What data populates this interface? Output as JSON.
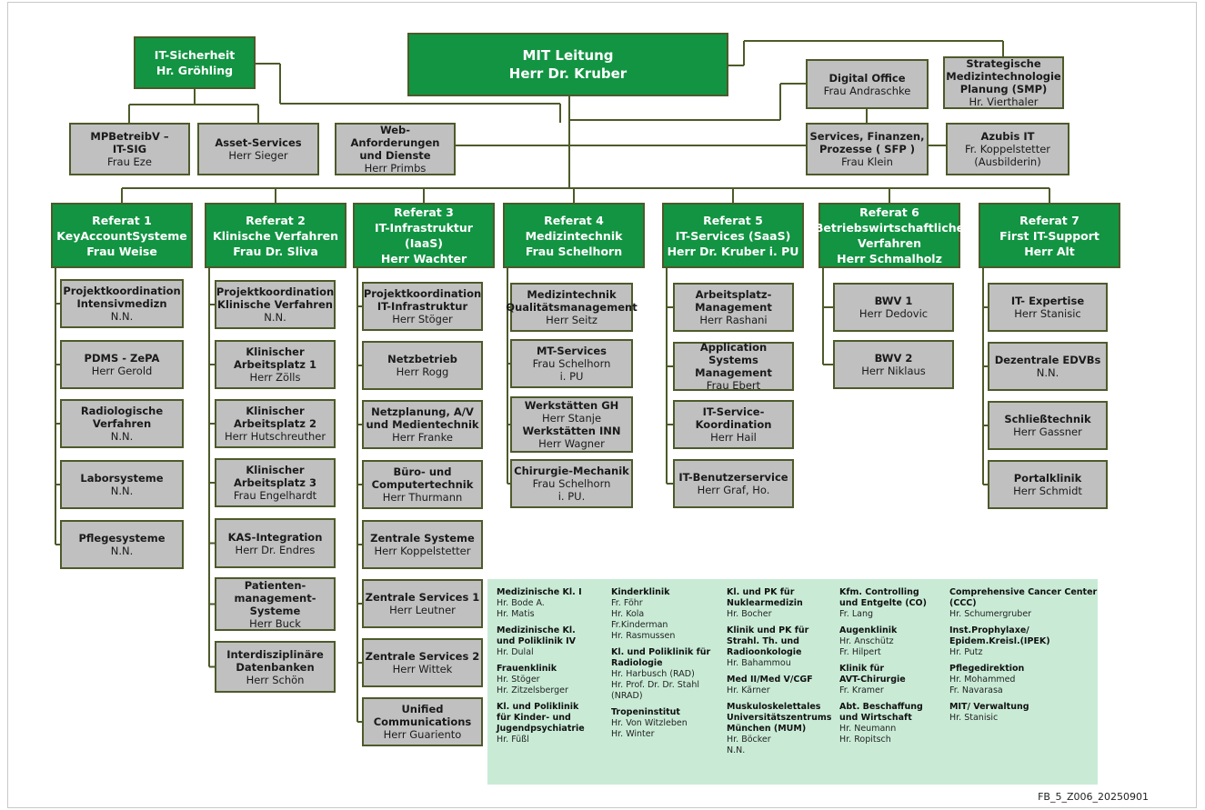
{
  "colors": {
    "green": "#129442",
    "box_border": "#4d5a2a",
    "gray": "#c0c0c0",
    "legend_bg": "#c9ebd6",
    "line": "#4d5a2a"
  },
  "top": [
    {
      "id": "mit-leitung",
      "lines": [
        "MIT Leitung",
        "Herr Dr. Kruber"
      ],
      "bold_lines": 2,
      "style": "green-big"
    },
    {
      "id": "it-sicherheit",
      "lines": [
        "IT-Sicherheit",
        "Hr. Gröhling"
      ],
      "bold_lines": 2,
      "style": "green"
    },
    {
      "id": "mpbetreibv",
      "lines": [
        "MPBetreibV –",
        "IT-SIG",
        "Frau Eze"
      ],
      "bold_lines": 2,
      "style": "gray"
    },
    {
      "id": "asset-services",
      "lines": [
        "Asset-Services",
        "Herr Sieger"
      ],
      "bold_lines": 1,
      "style": "gray"
    },
    {
      "id": "web-anforderungen",
      "lines": [
        "Web-Anforderungen",
        "und Dienste",
        "Herr Primbs"
      ],
      "bold_lines": 2,
      "style": "gray"
    },
    {
      "id": "digital-office",
      "lines": [
        "Digital Office",
        "Frau Andraschke"
      ],
      "bold_lines": 1,
      "style": "gray"
    },
    {
      "id": "smp",
      "lines": [
        "Strategische",
        "Medizintechnologie",
        "Planung (SMP)",
        "Hr. Vierthaler"
      ],
      "bold_lines": 3,
      "style": "gray"
    },
    {
      "id": "sfp",
      "lines": [
        "Services, Finanzen,",
        "Prozesse ( SFP )",
        "Frau Klein"
      ],
      "bold_lines": 2,
      "style": "gray"
    },
    {
      "id": "azubis",
      "lines": [
        "Azubis IT",
        "Fr. Koppelstetter",
        "(Ausbilderin)"
      ],
      "bold_lines": 1,
      "style": "gray"
    }
  ],
  "referate": [
    {
      "lines": [
        "Referat 1",
        "KeyAccountSysteme",
        "Frau Weise"
      ],
      "children": [
        {
          "lines": [
            "Projektkoordination",
            "Intensivmedizn",
            "N.N."
          ],
          "bold_lines": 2
        },
        {
          "lines": [
            "PDMS - ZePA",
            "Herr Gerold"
          ],
          "bold_lines": 1
        },
        {
          "lines": [
            "Radiologische",
            "Verfahren",
            "N.N."
          ],
          "bold_lines": 2
        },
        {
          "lines": [
            "Laborsysteme",
            "N.N."
          ],
          "bold_lines": 1
        },
        {
          "lines": [
            "Pflegesysteme",
            "N.N."
          ],
          "bold_lines": 1
        }
      ]
    },
    {
      "lines": [
        "Referat 2",
        "Klinische Verfahren",
        "Frau Dr. Sliva"
      ],
      "children": [
        {
          "lines": [
            "Projektkoordination",
            "Klinische Verfahren",
            "N.N."
          ],
          "bold_lines": 2
        },
        {
          "lines": [
            "Klinischer",
            "Arbeitsplatz 1",
            "Herr Zölls"
          ],
          "bold_lines": 2
        },
        {
          "lines": [
            "Klinischer",
            "Arbeitsplatz 2",
            "Herr Hutschreuther"
          ],
          "bold_lines": 2
        },
        {
          "lines": [
            "Klinischer",
            "Arbeitsplatz 3",
            "Frau Engelhardt"
          ],
          "bold_lines": 2
        },
        {
          "lines": [
            "KAS-Integration",
            "Herr Dr. Endres"
          ],
          "bold_lines": 1
        },
        {
          "lines": [
            "Patienten-",
            "management-",
            "Systeme",
            "Herr Buck"
          ],
          "bold_lines": 3
        },
        {
          "lines": [
            "Interdisziplinäre",
            "Datenbanken",
            "Herr Schön"
          ],
          "bold_lines": 2
        }
      ]
    },
    {
      "lines": [
        "Referat 3",
        "IT-Infrastruktur (IaaS)",
        "Herr Wachter"
      ],
      "children": [
        {
          "lines": [
            "Projektkoordination",
            "IT-Infrastruktur",
            "Herr Stöger"
          ],
          "bold_lines": 2
        },
        {
          "lines": [
            "Netzbetrieb",
            "Herr Rogg"
          ],
          "bold_lines": 1
        },
        {
          "lines": [
            "Netzplanung, A/V",
            "und Medientechnik",
            "Herr Franke"
          ],
          "bold_lines": 2
        },
        {
          "lines": [
            "Büro- und",
            "Computertechnik",
            "Herr Thurmann"
          ],
          "bold_lines": 2
        },
        {
          "lines": [
            "Zentrale Systeme",
            "Herr Koppelstetter"
          ],
          "bold_lines": 1
        },
        {
          "lines": [
            "Zentrale Services 1",
            "Herr Leutner"
          ],
          "bold_lines": 1
        },
        {
          "lines": [
            "Zentrale Services 2",
            "Herr Wittek"
          ],
          "bold_lines": 1
        },
        {
          "lines": [
            "Unified",
            "Communications",
            "Herr Guariento"
          ],
          "bold_lines": 2
        }
      ]
    },
    {
      "lines": [
        "Referat 4",
        "Medizintechnik",
        "Frau Schelhorn"
      ],
      "children": [
        {
          "lines": [
            "Medizintechnik",
            "Qualitätsmanagement",
            "Herr Seitz"
          ],
          "bold_lines": 2
        },
        {
          "lines": [
            "MT-Services",
            "Frau Schelhorn",
            "i. PU"
          ],
          "bold_lines": 1
        },
        {
          "lines": [
            "Werkstätten GH",
            "Herr Stanje",
            "Werkstätten INN",
            "Herr Wagner"
          ],
          "bold_idx": [
            0,
            2
          ]
        },
        {
          "lines": [
            "Chirurgie-Mechanik",
            "Frau Schelhorn",
            "i. PU."
          ],
          "bold_lines": 1
        }
      ]
    },
    {
      "lines": [
        "Referat 5",
        "IT-Services (SaaS)",
        "Herr Dr. Kruber i. PU"
      ],
      "children": [
        {
          "lines": [
            "Arbeitsplatz-",
            "Management",
            "Herr Rashani"
          ],
          "bold_lines": 2
        },
        {
          "lines": [
            "Application Systems",
            "Management",
            "Frau Ebert"
          ],
          "bold_lines": 2
        },
        {
          "lines": [
            "IT-Service-",
            "Koordination",
            "Herr Hail"
          ],
          "bold_lines": 2
        },
        {
          "lines": [
            "IT-Benutzerservice",
            "Herr Graf, Ho."
          ],
          "bold_lines": 1
        }
      ]
    },
    {
      "lines": [
        "Referat 6",
        "Betriebswirtschaftliche",
        "Verfahren",
        "Herr Schmalholz"
      ],
      "children": [
        {
          "lines": [
            "BWV 1",
            "Herr Dedovic"
          ],
          "bold_lines": 1
        },
        {
          "lines": [
            "BWV 2",
            "Herr Niklaus"
          ],
          "bold_lines": 1
        }
      ]
    },
    {
      "lines": [
        "Referat 7",
        "First IT-Support",
        "Herr Alt"
      ],
      "children": [
        {
          "lines": [
            "IT- Expertise",
            "Herr Stanisic"
          ],
          "bold_lines": 1
        },
        {
          "lines": [
            "Dezentrale EDVBs",
            "N.N."
          ],
          "bold_lines": 1
        },
        {
          "lines": [
            "Schließtechnik",
            "Herr Gassner"
          ],
          "bold_lines": 1
        },
        {
          "lines": [
            "Portalklinik",
            "Herr Schmidt"
          ],
          "bold_lines": 1
        }
      ]
    }
  ],
  "legend": [
    [
      {
        "head": [
          "Medizinische Kl. I"
        ],
        "people": [
          "Hr. Bode A.",
          "Hr. Matis"
        ]
      },
      {
        "head": [
          "Medizinische Kl.",
          "und Poliklinik IV"
        ],
        "people": [
          "Hr. Dulal"
        ]
      },
      {
        "head": [
          "Frauenklinik"
        ],
        "people": [
          "Hr. Stöger",
          "Hr. Zitzelsberger"
        ]
      },
      {
        "head": [
          "Kl. und Poliklinik",
          "für Kinder- und",
          "Jugendpsychiatrie"
        ],
        "people": [
          "Hr. Füßl"
        ]
      }
    ],
    [
      {
        "head": [
          "Kinderklinik"
        ],
        "people": [
          "Fr. Föhr",
          "Hr. Kola",
          "Fr.Kinderman",
          "Hr. Rasmussen"
        ]
      },
      {
        "head": [
          "Kl. und Poliklinik für",
          "Radiologie"
        ],
        "people": [
          "Hr. Harbusch (RAD)",
          "Hr. Prof. Dr. Dr. Stahl",
          "(NRAD)"
        ]
      },
      {
        "head": [
          "Tropeninstitut"
        ],
        "people": [
          "Hr. Von Witzleben",
          "Hr. Winter"
        ]
      }
    ],
    [
      {
        "head": [
          "Kl. und PK für",
          "Nuklearmedizin"
        ],
        "people": [
          "Hr. Bocher"
        ]
      },
      {
        "head": [
          "Klinik und PK für",
          "Strahl. Th. und",
          "Radioonkologie"
        ],
        "people": [
          "Hr. Bahammou"
        ]
      },
      {
        "head": [
          "Med II/Med V/CGF"
        ],
        "people": [
          "Hr. Kärner"
        ]
      },
      {
        "head": [
          "Muskuloskelettales",
          "Universitätszentrums",
          "München (MUM)"
        ],
        "people": [
          "Hr. Böcker",
          "N.N."
        ]
      }
    ],
    [
      {
        "head": [
          "Kfm. Controlling",
          "und Entgelte (CO)"
        ],
        "people": [
          "Fr. Lang"
        ]
      },
      {
        "head": [
          "Augenklinik"
        ],
        "people": [
          "Hr. Anschütz",
          "Fr. Hilpert"
        ]
      },
      {
        "head": [
          "Klinik für",
          "AVT-Chirurgie"
        ],
        "people": [
          "Fr. Kramer"
        ]
      },
      {
        "head": [
          "Abt. Beschaffung",
          "und Wirtschaft"
        ],
        "people": [
          "Hr. Neumann",
          "Hr. Ropitsch"
        ]
      }
    ],
    [
      {
        "head": [
          "Comprehensive Cancer Center",
          "(CCC)"
        ],
        "people": [
          "Hr. Schumergruber"
        ]
      },
      {
        "head": [
          "Inst.Prophylaxe/",
          "Epidem.Kreisl.(IPEK)"
        ],
        "people": [
          "Hr. Putz"
        ]
      },
      {
        "head": [
          "Pflegedirektion"
        ],
        "people": [
          "Hr. Mohammed",
          "Fr. Navarasa"
        ]
      },
      {
        "head": [
          "MIT/ Verwaltung"
        ],
        "people": [
          "Hr. Stanisic"
        ]
      }
    ]
  ],
  "doc_id": "FB_5_Z006_20250901"
}
